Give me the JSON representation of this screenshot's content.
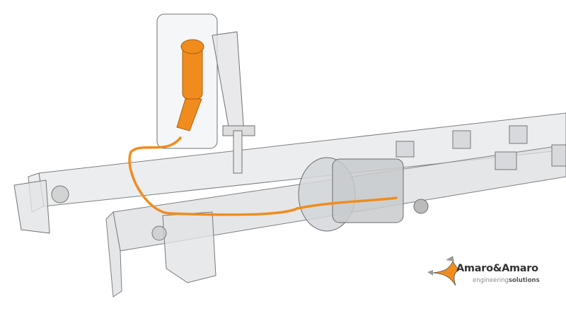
{
  "logo": {
    "company": "Amaro&Amaro",
    "tagline_light": "engineering",
    "tagline_bold": "solutions"
  },
  "colors": {
    "accent": "#f08c1e",
    "frame": "#d9dadc",
    "frame_stroke": "#7d7f83"
  }
}
